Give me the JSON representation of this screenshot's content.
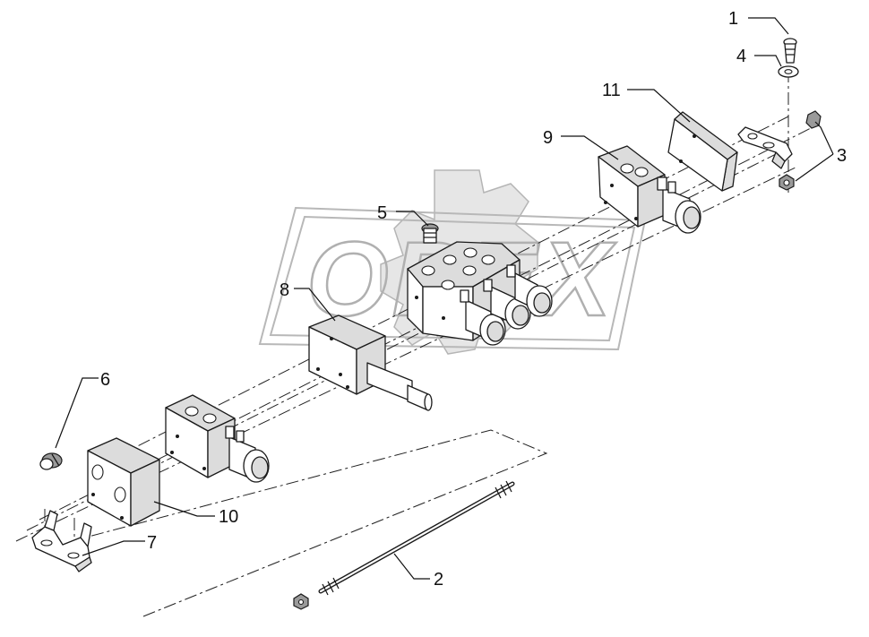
{
  "watermark": {
    "text": "OPEX"
  },
  "callouts": [
    {
      "id": "1",
      "label": "1"
    },
    {
      "id": "2",
      "label": "2"
    },
    {
      "id": "3",
      "label": "3"
    },
    {
      "id": "4",
      "label": "4"
    },
    {
      "id": "5",
      "label": "5"
    },
    {
      "id": "6",
      "label": "6"
    },
    {
      "id": "7",
      "label": "7"
    },
    {
      "id": "8",
      "label": "8"
    },
    {
      "id": "9",
      "label": "9"
    },
    {
      "id": "10",
      "label": "10"
    },
    {
      "id": "11",
      "label": "11"
    }
  ]
}
